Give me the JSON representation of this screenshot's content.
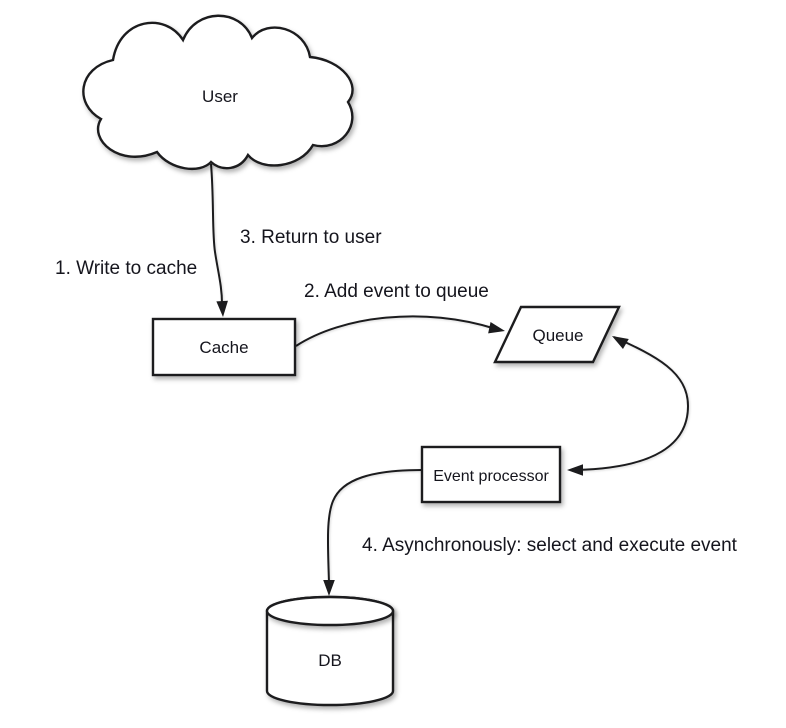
{
  "diagram": {
    "colors": {
      "background": "#ffffff",
      "shape_fill": "#ffffff",
      "stroke": "#1c1c1e",
      "text": "#15151d"
    },
    "nodes": {
      "user": {
        "label": "User",
        "shape": "cloud"
      },
      "cache": {
        "label": "Cache",
        "shape": "rectangle"
      },
      "queue": {
        "label": "Queue",
        "shape": "parallelogram"
      },
      "event_processor": {
        "label": "Event processor",
        "shape": "rectangle"
      },
      "db": {
        "label": "DB",
        "shape": "cylinder"
      }
    },
    "steps": [
      {
        "label": "1. Write to cache"
      },
      {
        "label": "2. Add event to queue"
      },
      {
        "label": "3. Return to user"
      },
      {
        "label": "4. Asynchronously: select and execute event"
      }
    ],
    "edges": [
      {
        "from": "user",
        "to": "cache",
        "arrow": "single"
      },
      {
        "from": "cache",
        "to": "queue",
        "arrow": "single"
      },
      {
        "from": "queue",
        "to": "event_processor",
        "arrow": "double"
      },
      {
        "from": "event_processor",
        "to": "db",
        "arrow": "single"
      }
    ]
  }
}
